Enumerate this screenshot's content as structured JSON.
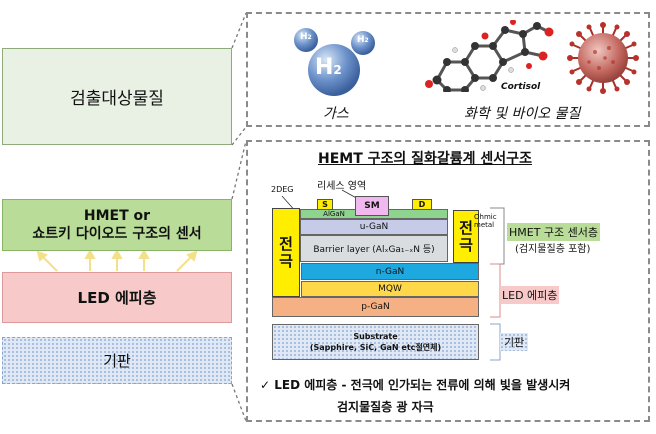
{
  "left": {
    "detect_label": "검출대상물질",
    "sensor_label_line1": "HMET or",
    "sensor_label_line2": "쇼트키 다이오드 구조의 센서",
    "led_label": "LED 에피층",
    "substrate_label": "기판"
  },
  "top": {
    "h2_label": "H",
    "h2_sub": "2",
    "cortisol_label": "Cortisol",
    "gas_label": "가스",
    "bio_label": "화학 및 바이오 물질"
  },
  "bottom": {
    "title": "HEMT 구조의 질화갈륨계 센서구조",
    "label_2deg": "2DEG",
    "label_recess": "리세스 영역",
    "label_s": "S",
    "label_sm": "SM",
    "label_d": "D",
    "label_algan": "AlGaN",
    "label_ugan": "u-GaN",
    "label_barrier": "Barrier layer (AlₓGa₁₋ₓN 등)",
    "label_ngan": "n-GaN",
    "label_mqw": "MQW",
    "label_pgan": "p-GaN",
    "label_substrate_1": "Substrate",
    "label_substrate_2": "(Sapphire, SiC, GaN etc절연체)",
    "label_electrode": "전극",
    "label_ohmic": "Ohmic metal",
    "hmet_label": "HMET 구조 센서층",
    "hmet_sub": "(검지물질층 포함)",
    "led_side_label": "LED 에피층",
    "substrate_side_label": "기판",
    "note_line1": "✓ LED 에피층 - 전극에 인가되는 전류에 의해 빛을 발생시켜",
    "note_line2": "검지물질층 광 자극"
  },
  "colors": {
    "sensor_green": "#b9dc99",
    "led_pink": "#f7c9c9",
    "electrode_yellow": "#ffee00",
    "ngan_blue": "#1ea8e0",
    "pgan_orange": "#f5b183",
    "arrow_yellow": "#f4e08a"
  }
}
